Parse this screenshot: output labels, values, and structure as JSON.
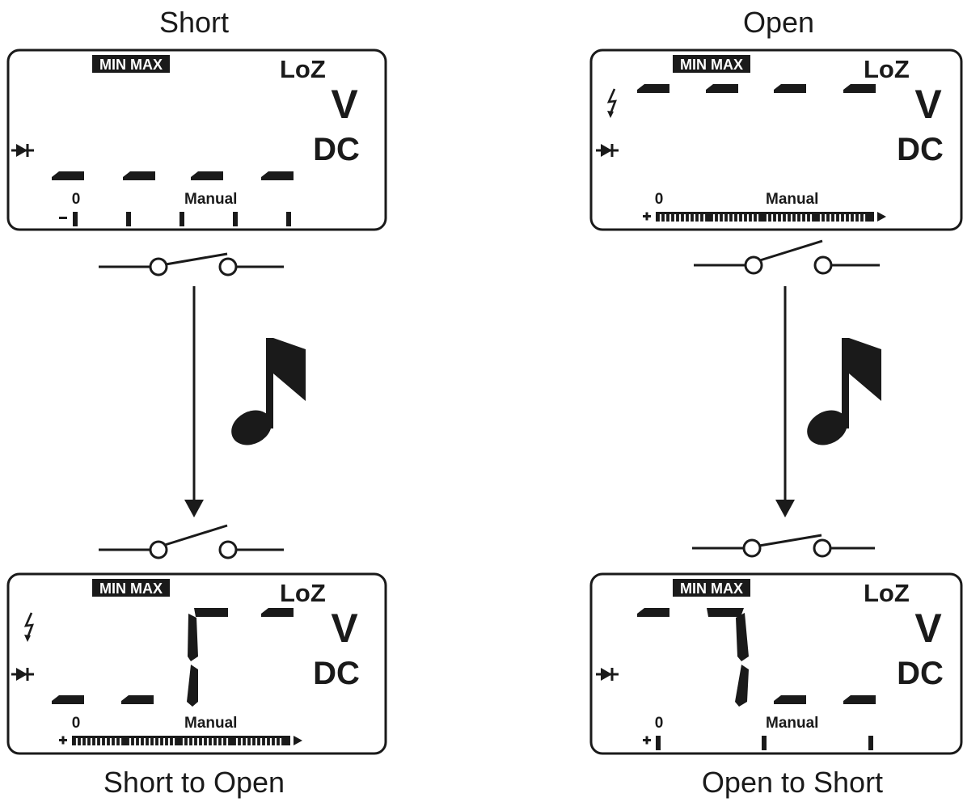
{
  "titles": {
    "top_left": "Short",
    "top_right": "Open",
    "bottom_left": "Short to Open",
    "bottom_right": "Open to Short"
  },
  "display": {
    "minmax": "MIN MAX",
    "loz": "LoZ",
    "volt": "V",
    "dc": "DC",
    "manual": "Manual",
    "zero": "0"
  },
  "icons": {
    "diode": "diode-icon",
    "lightning": "lightning-icon",
    "note": "music-note-icon",
    "switch": "switch-icon",
    "arrow": "arrow-down-icon"
  },
  "colors": {
    "ink": "#1a1a1a",
    "paper": "#ffffff"
  }
}
